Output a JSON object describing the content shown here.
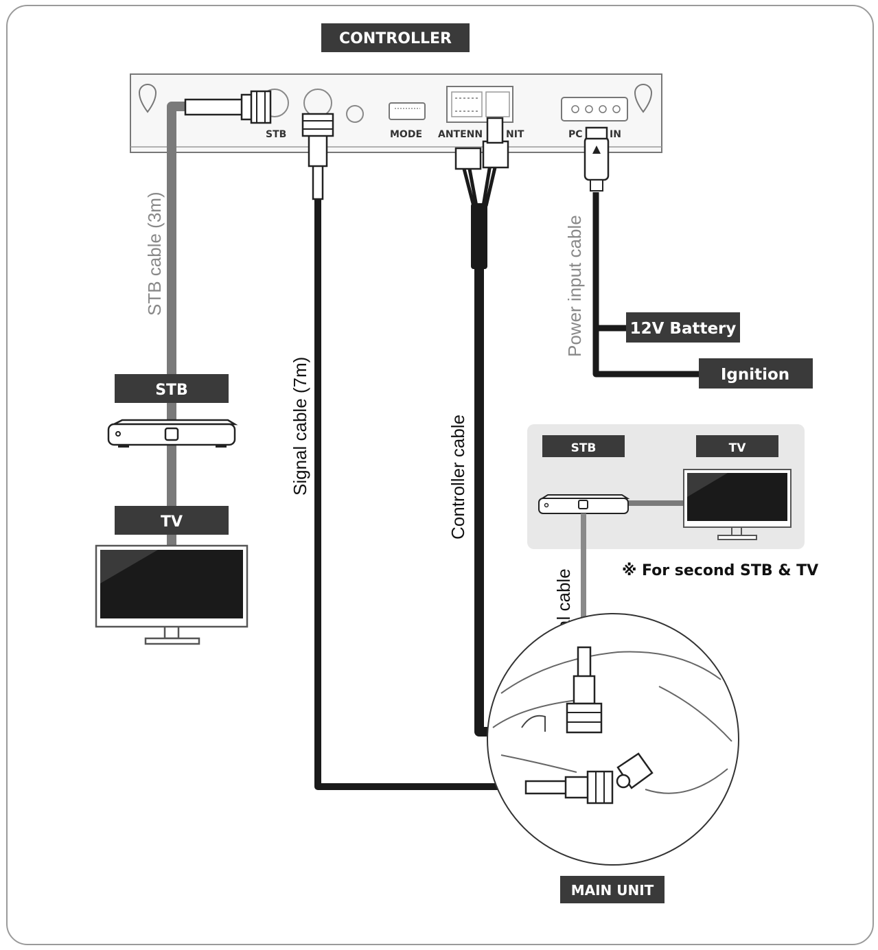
{
  "labels": {
    "controller": "CONTROLLER",
    "main_unit": "MAIN UNIT",
    "stb": "STB",
    "tv": "TV",
    "battery": "12V Battery",
    "ignition": "Ignition",
    "second_stb": "STB",
    "second_tv": "TV",
    "second_note": "※ For second STB & TV"
  },
  "ports": {
    "stb": "STB",
    "mode": "MODE",
    "antenna_left": "ANTENN",
    "antenna_right": "NIT",
    "power_left": "PC",
    "power_right": "IN"
  },
  "cables": {
    "stb_cable": "STB cable (3m)",
    "signal_cable": "Signal cable (7m)",
    "controller_cable": "Controller cable",
    "power_cable": "Power input cable",
    "signal_cable_2": "Signal cable"
  },
  "colors": {
    "label_bg": "#3a3a3a",
    "cable_black": "#1a1a1a",
    "cable_gray": "#7a7a7a",
    "panel_bg": "#e8e8e8"
  }
}
